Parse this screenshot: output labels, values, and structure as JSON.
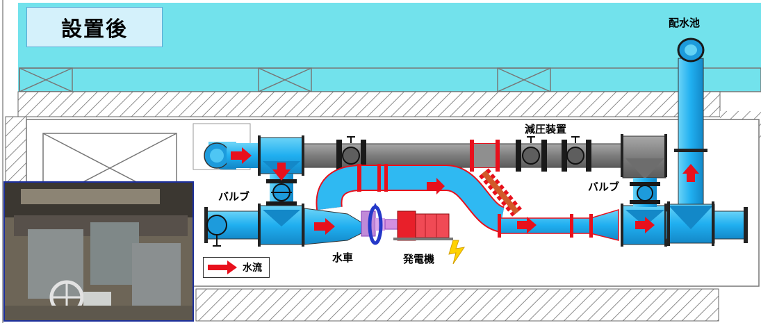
{
  "title": "設置後",
  "labels": {
    "reservoir": "配水池",
    "pressure_reducer": "減圧装置",
    "valve_left": "バルブ",
    "valve_right": "バルブ",
    "water_wheel": "水車",
    "generator": "発電機"
  },
  "legend": {
    "label": "水流",
    "arrow_color": "#e8101c"
  },
  "colors": {
    "water_band": "#6fe3ee",
    "pipe_blue": "#29b6f0",
    "pipe_gray": "#808080",
    "flow_arrow": "#e8101c",
    "generator": "#e8202a",
    "wheel": "#2438c8"
  },
  "photo": {
    "icon": "valve-room-photo"
  }
}
